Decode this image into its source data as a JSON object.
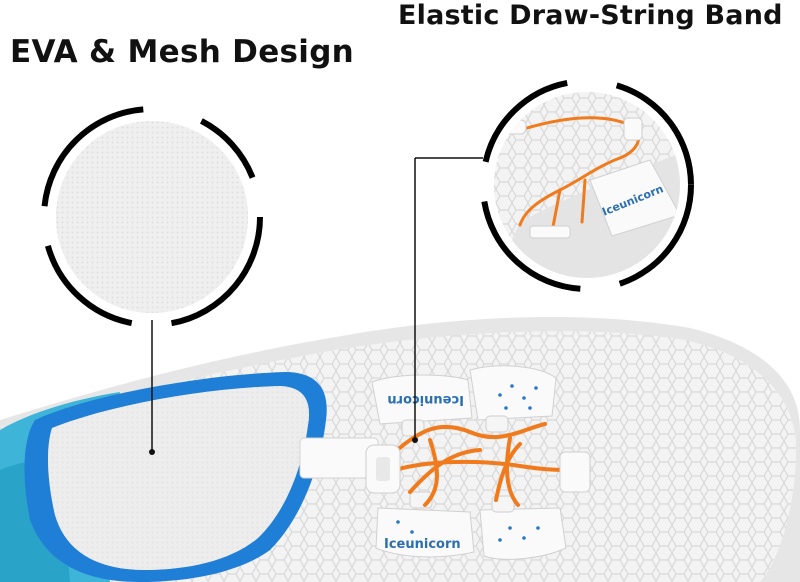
{
  "labels": {
    "left_callout": "EVA & Mesh Design",
    "right_callout": "Elastic Draw-String Band"
  },
  "product": {
    "brand_text": "Iceunicorn",
    "colors": {
      "upper": "#f2f2f2",
      "mesh": "#dcdcdc",
      "lining_blue": "#1f7fd6",
      "heel_teal": "#3fb4d9",
      "lace_orange": "#f07a1c",
      "tab_white": "#fafafa"
    }
  },
  "icons": [
    "insole-detail-magnifier",
    "lace-detail-magnifier"
  ]
}
